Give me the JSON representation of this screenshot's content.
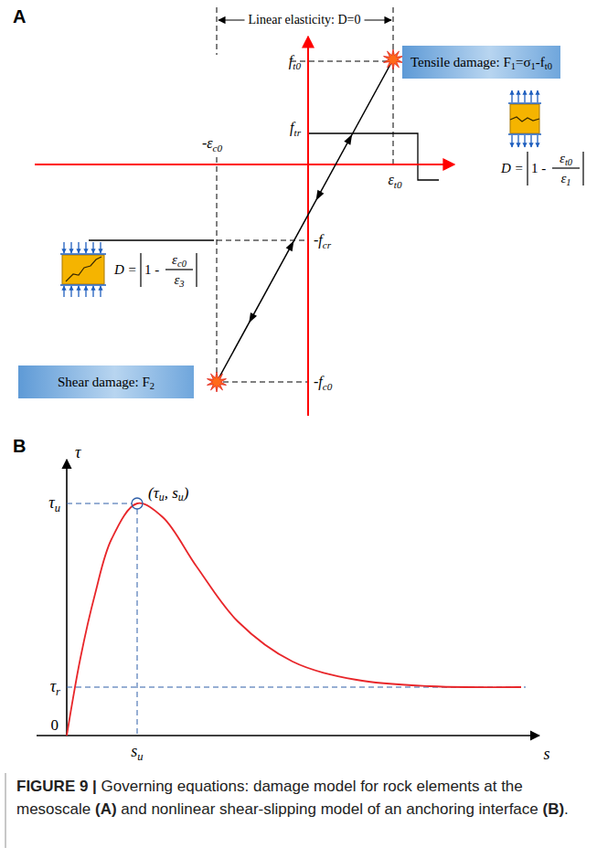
{
  "diagram": {
    "caption": "FIGURE 9 | Governing equations: damage model for rock elements at the mesoscale (A) and nonlinear shear-slipping model of an anchoring interface (B).",
    "nodes": [
      {
        "text": [
          "Tensile damage: F1=σ1-ft0"
        ]
      },
      {
        "text": [
          "Shear damage: F2"
        ]
      }
    ],
    "labels": [
      "A",
      "Linear elasticity: D=0",
      "ft0",
      "ftr",
      "εt0",
      "-εc0",
      "-fcr",
      "-fc0",
      "D =",
      "1 -",
      "εt0",
      "ε1",
      "D =",
      "1 -",
      "εc0",
      "ε3",
      "B",
      "τ",
      "τu",
      "(τu, su)",
      "τr",
      "0",
      "su",
      "s"
    ]
  }
}
